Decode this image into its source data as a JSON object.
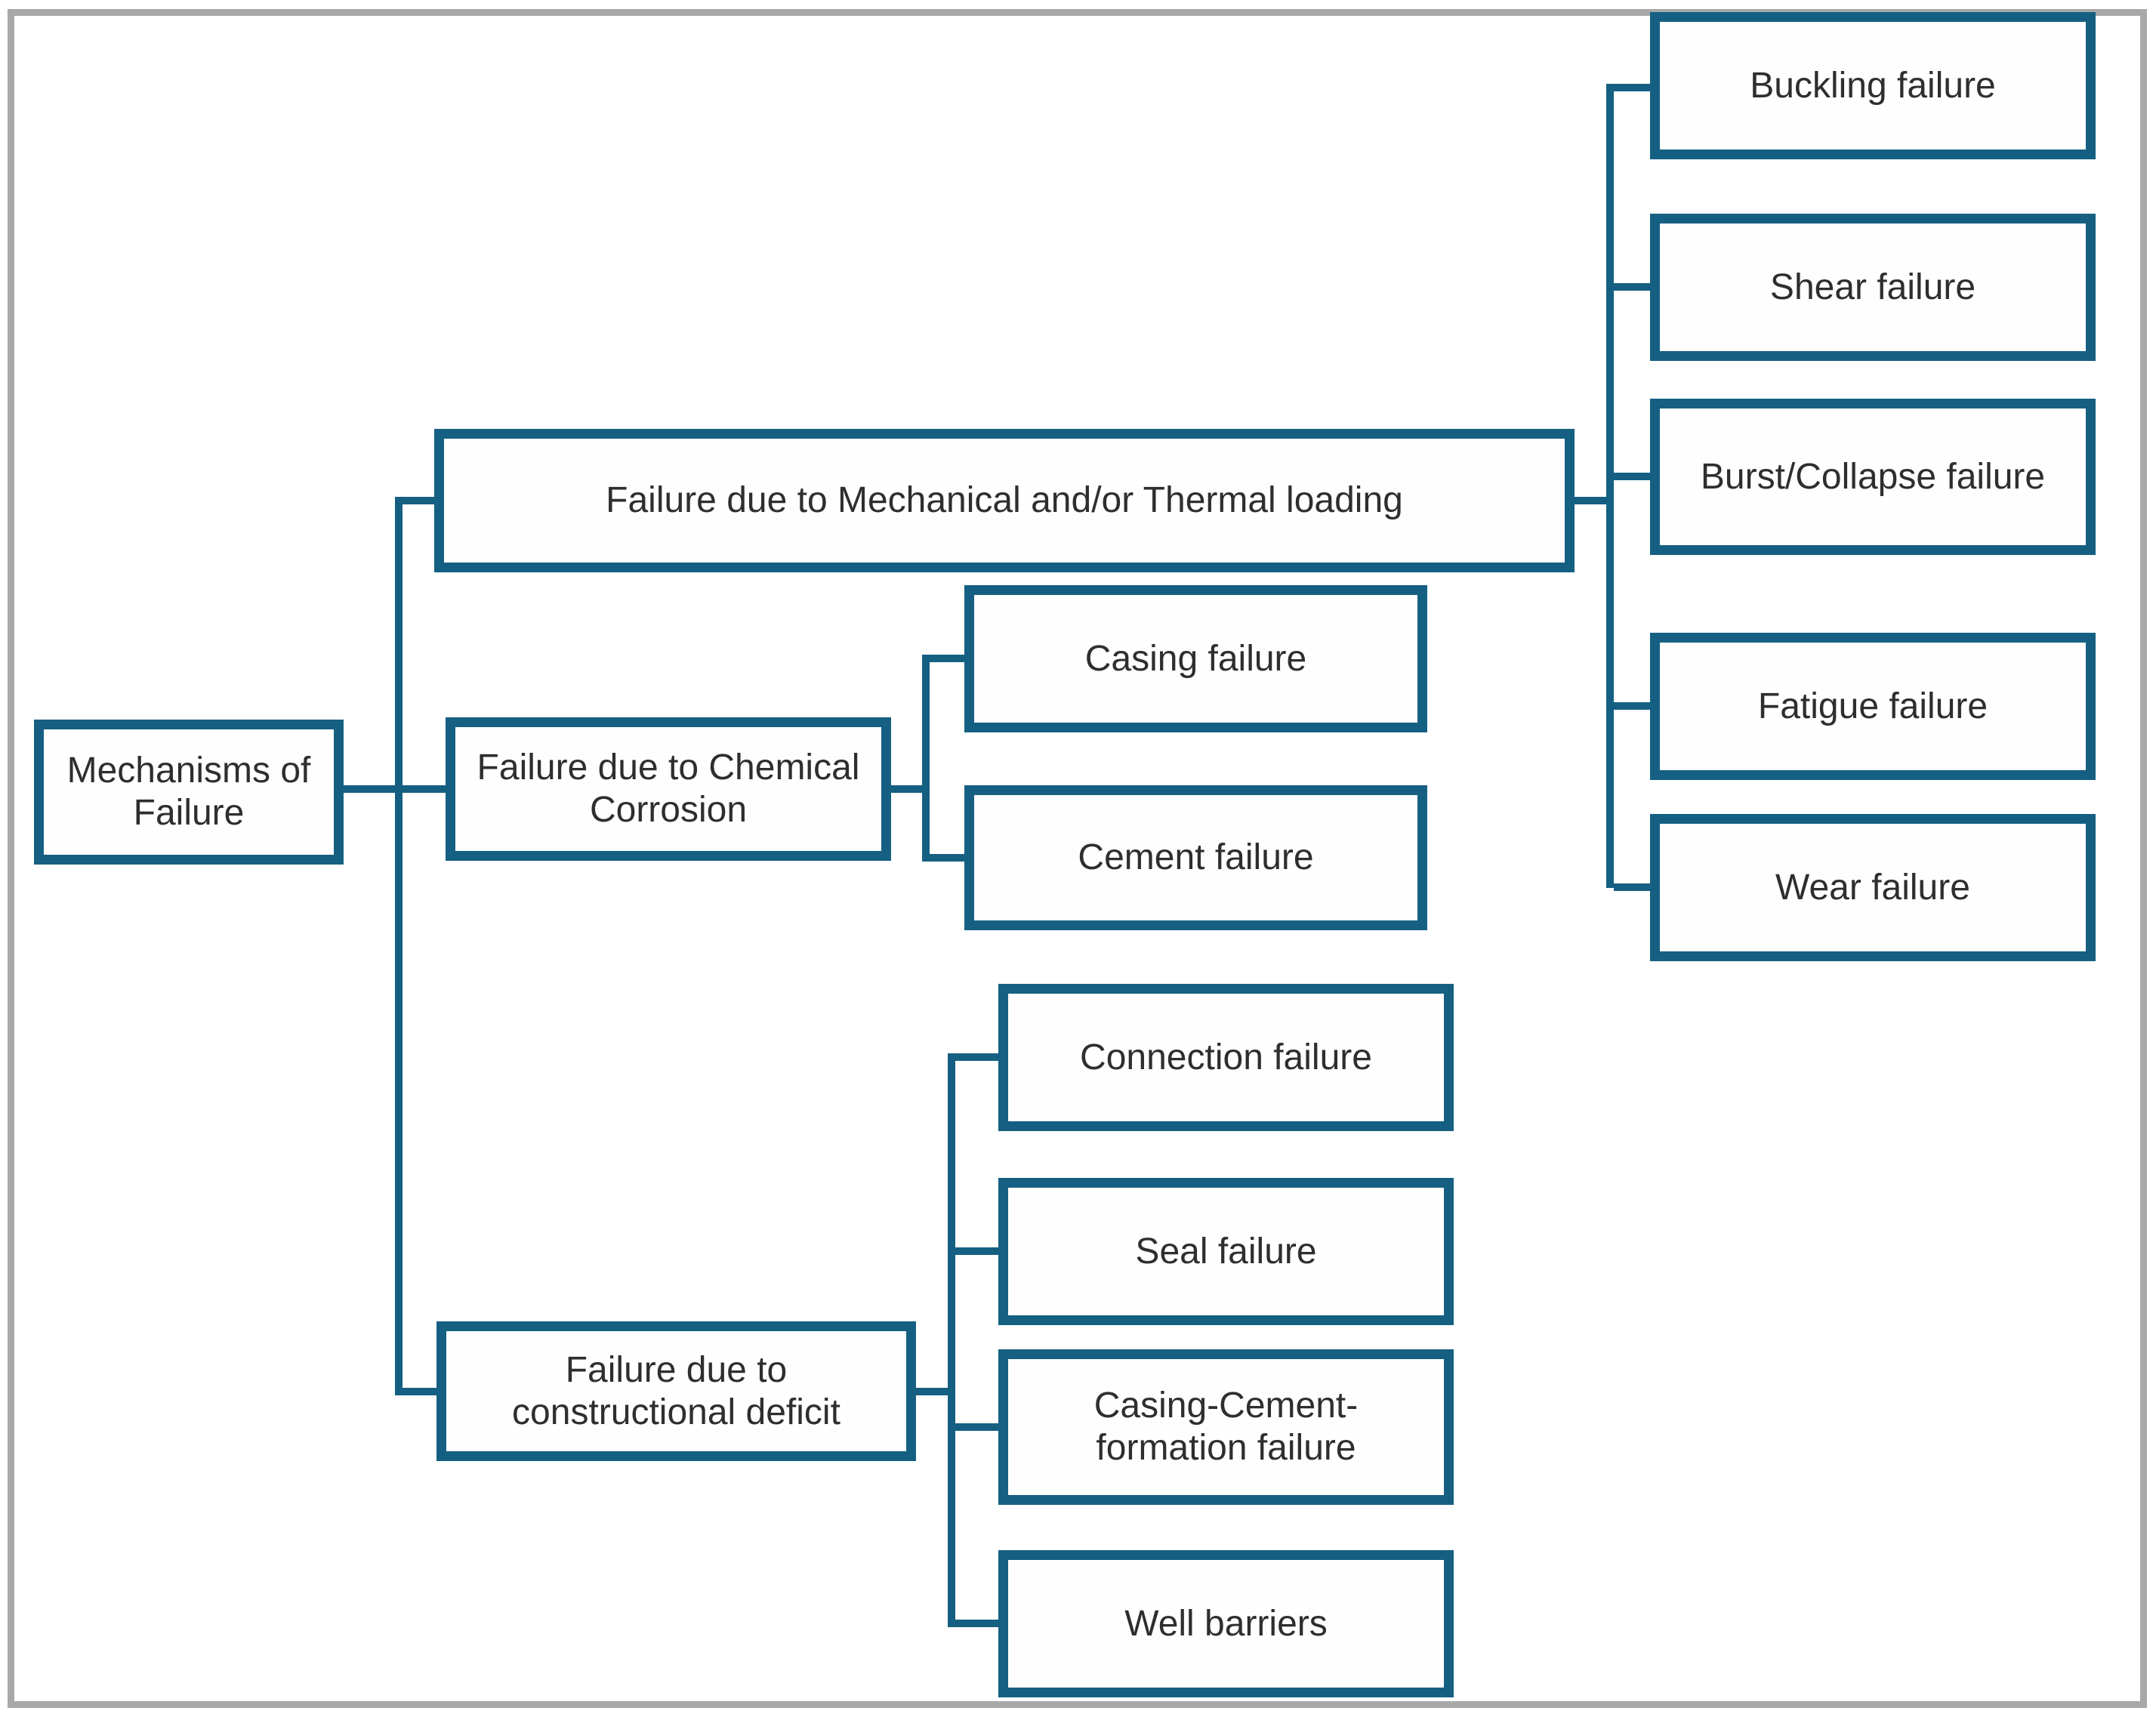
{
  "diagram": {
    "title": "Mechanisms of Failure tree diagram",
    "colors": {
      "box_border": "#156082",
      "connector": "#156082",
      "text": "#2e2e2e",
      "frame_border": "#a8a8a8",
      "background": "#ffffff"
    },
    "root": {
      "label": "Mechanisms of Failure"
    },
    "branches": [
      {
        "label": "Failure due to Mechanical and/or Thermal loading",
        "children": [
          {
            "label": "Buckling failure"
          },
          {
            "label": "Shear failure"
          },
          {
            "label": "Burst/Collapse failure"
          },
          {
            "label": "Fatigue failure"
          },
          {
            "label": "Wear failure"
          }
        ]
      },
      {
        "label": "Failure due to Chemical Corrosion",
        "children": [
          {
            "label": "Casing failure"
          },
          {
            "label": "Cement failure"
          }
        ]
      },
      {
        "label": "Failure due to constructional deficit",
        "children": [
          {
            "label": "Connection failure"
          },
          {
            "label": "Seal failure"
          },
          {
            "label": "Casing-Cement-formation failure"
          },
          {
            "label": "Well barriers"
          }
        ]
      }
    ]
  }
}
